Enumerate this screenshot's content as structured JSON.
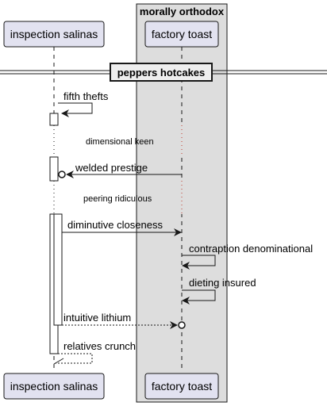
{
  "box": {
    "title": "morally orthodox"
  },
  "participants": [
    {
      "id": "inspection",
      "name": "inspection salinas"
    },
    {
      "id": "factory",
      "name": "factory toast"
    }
  ],
  "divider": {
    "label": "peppers hotcakes"
  },
  "messages": [
    {
      "label": "fifth thefts",
      "from": "inspection",
      "to": "inspection",
      "style": "solid"
    },
    {
      "label": "welded prestige",
      "from": "factory",
      "to": "inspection",
      "style": "solid",
      "head": "arrow-circle"
    },
    {
      "label": "diminutive closeness",
      "from": "inspection",
      "to": "factory",
      "style": "solid"
    },
    {
      "label": "contraption denominational",
      "from": "factory",
      "to": "factory",
      "style": "solid"
    },
    {
      "label": "dieting insured",
      "from": "factory",
      "to": "factory",
      "style": "solid"
    },
    {
      "label": "intuitive lithium",
      "from": "inspection",
      "to": "factory",
      "style": "dashed",
      "head": "arrow-circle"
    },
    {
      "label": "relatives crunch",
      "from": "inspection",
      "to": "inspection",
      "style": "dashed"
    }
  ],
  "delays": [
    {
      "label": "dimensional keen"
    },
    {
      "label": "peering ridiculous"
    }
  ],
  "colors": {
    "participant_fill": "#e2e2f0",
    "participant_stroke": "#181818",
    "box_fill": "#dddddd",
    "line": "#181818"
  }
}
